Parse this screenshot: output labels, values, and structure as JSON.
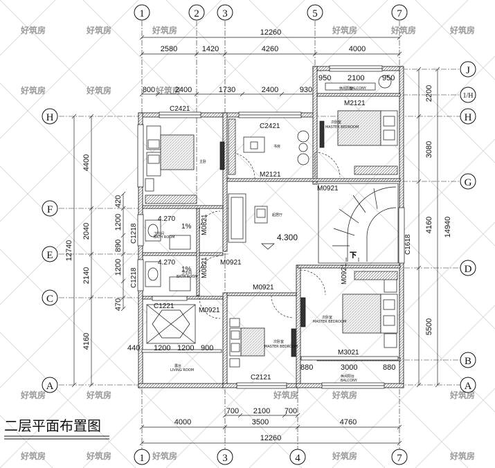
{
  "title": "二层平面布置图",
  "watermark": "好筑房",
  "axes": {
    "top": [
      "1",
      "2",
      "3",
      "5",
      "7"
    ],
    "bottom": [
      "1",
      "3",
      "4",
      "7"
    ],
    "left": [
      "H",
      "F",
      "E",
      "C",
      "A"
    ],
    "right": [
      "J",
      "1/H",
      "H",
      "G",
      "D",
      "B",
      "A"
    ]
  },
  "dims": {
    "top_total": "12260",
    "top_row": [
      "2580",
      "1420",
      "4260",
      "4000"
    ],
    "top_row2": [
      "800",
      "2400",
      "1730",
      "2400",
      "930"
    ],
    "top_balcony": [
      "950",
      "2100",
      "950"
    ],
    "bottom_row": [
      "4000",
      "3500",
      "4760"
    ],
    "bottom_total": "12260",
    "bottom_window": [
      "700",
      "2100",
      "700"
    ],
    "living_window": [
      "440",
      "1200",
      "1200",
      "900"
    ],
    "bed_window": [
      "880",
      "3000",
      "880"
    ],
    "left_outer": [
      "4400",
      "2040",
      "2140",
      "4160"
    ],
    "left_total": "12740",
    "left_inner": [
      "420",
      "1200",
      "890",
      "1200",
      "470"
    ],
    "right": [
      "2200",
      "3080",
      "4160",
      "5500"
    ],
    "right_total": "14940"
  },
  "tags": {
    "c2421_a": "C2421",
    "c2421_b": "C2421",
    "m2121_a": "M2121",
    "m2121_b": "M2121",
    "m0921_a": "M0921",
    "m0921_b": "M0921",
    "m0921_c": "M0921",
    "m0921_d": "M0921",
    "m0821_a": "M0821",
    "m0821_b": "M0821",
    "c1218_a": "C1218",
    "c1218_b": "C1218",
    "c1221": "C1221",
    "c1618": "C1618",
    "c2121": "C2121",
    "m3021": "M3021"
  },
  "levels": {
    "elev_main": "4.300",
    "elev_bath1": "4.270",
    "elev_bath2": "4.270",
    "slope": "1%"
  },
  "rooms": {
    "balcony_top": "休闲阳台",
    "balcony_top_en": "BALCONY",
    "master1": "次卧室",
    "master1_en": "MASTER BEDROOM",
    "master2": "次卧室",
    "master2_en": "MASTER BEDROOM",
    "master3": "次卧室",
    "master3_en": "MASTER BEDROOM",
    "study": "书房",
    "bed_left": "主卧",
    "lounge": "起居厅",
    "bath1": "卫生间",
    "bath1_en": "BATH ROOM",
    "bath2": "卫生间",
    "bath2_en": "BATH ROOM",
    "living": "露台",
    "living_en": "LIVING ROOM",
    "balcony_bottom": "休闲阳台",
    "balcony_bottom_en": "BALCONY",
    "stair_down": "下"
  }
}
